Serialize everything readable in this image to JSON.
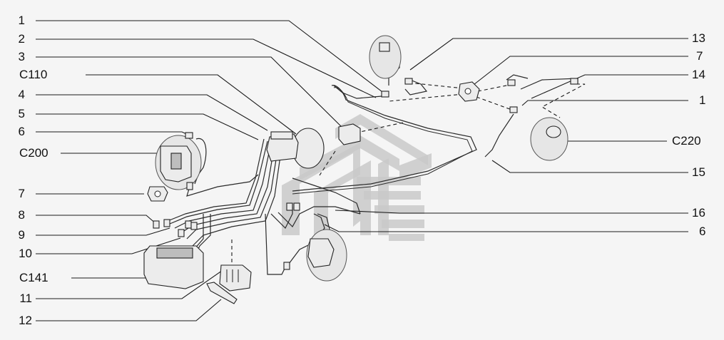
{
  "labels_left": [
    {
      "id": "l1",
      "text": "1"
    },
    {
      "id": "l2",
      "text": "2"
    },
    {
      "id": "l3",
      "text": "3"
    },
    {
      "id": "lc110",
      "text": "C110"
    },
    {
      "id": "l4",
      "text": "4"
    },
    {
      "id": "l5",
      "text": "5"
    },
    {
      "id": "l6",
      "text": "6"
    },
    {
      "id": "lc200",
      "text": "C200"
    },
    {
      "id": "l7",
      "text": "7"
    },
    {
      "id": "l8",
      "text": "8"
    },
    {
      "id": "l9",
      "text": "9"
    },
    {
      "id": "l10",
      "text": "10"
    },
    {
      "id": "lc141",
      "text": "C141"
    },
    {
      "id": "l11",
      "text": "11"
    },
    {
      "id": "l12",
      "text": "12"
    }
  ],
  "labels_right": [
    {
      "id": "r13",
      "text": "13"
    },
    {
      "id": "r7",
      "text": "7"
    },
    {
      "id": "r14",
      "text": "14"
    },
    {
      "id": "r1",
      "text": "1"
    },
    {
      "id": "rc220",
      "text": "C220"
    },
    {
      "id": "r15",
      "text": "15"
    },
    {
      "id": "r16",
      "text": "16"
    },
    {
      "id": "r6",
      "text": "6"
    }
  ],
  "colors": {
    "background": "#f5f5f5",
    "line": "#222222",
    "watermark": "#c9c9c9"
  }
}
